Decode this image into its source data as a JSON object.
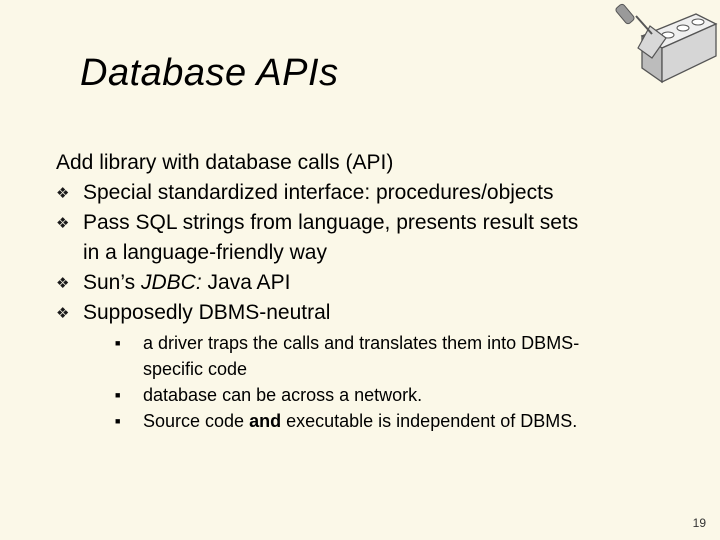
{
  "slide": {
    "title": "Database APIs",
    "intro": "Add library with database calls (API)",
    "bullets": [
      {
        "text": "Special standardized interface: procedures/objects"
      },
      {
        "line1": "Pass SQL strings from language, presents result sets",
        "line2": "in a language-friendly way"
      },
      {
        "prefix": "Sun’s ",
        "italic": "JDBC:",
        "suffix": " Java API"
      },
      {
        "text": "Supposedly DBMS-neutral"
      }
    ],
    "sub_bullets": [
      {
        "line1": "a driver traps the calls and translates them into DBMS-",
        "line2": "specific code"
      },
      {
        "text": "database can be across a network."
      },
      {
        "prefix": "Source code ",
        "bold": "and",
        "suffix": " executable is independent of DBMS."
      }
    ],
    "page_number": "19"
  },
  "icons": {
    "bullet": "diamond-star-icon",
    "sub_bullet": "square-bullet-icon",
    "logo": "brick-trowel-logo"
  },
  "colors": {
    "background": "#fbf8e8",
    "text": "#000000"
  }
}
